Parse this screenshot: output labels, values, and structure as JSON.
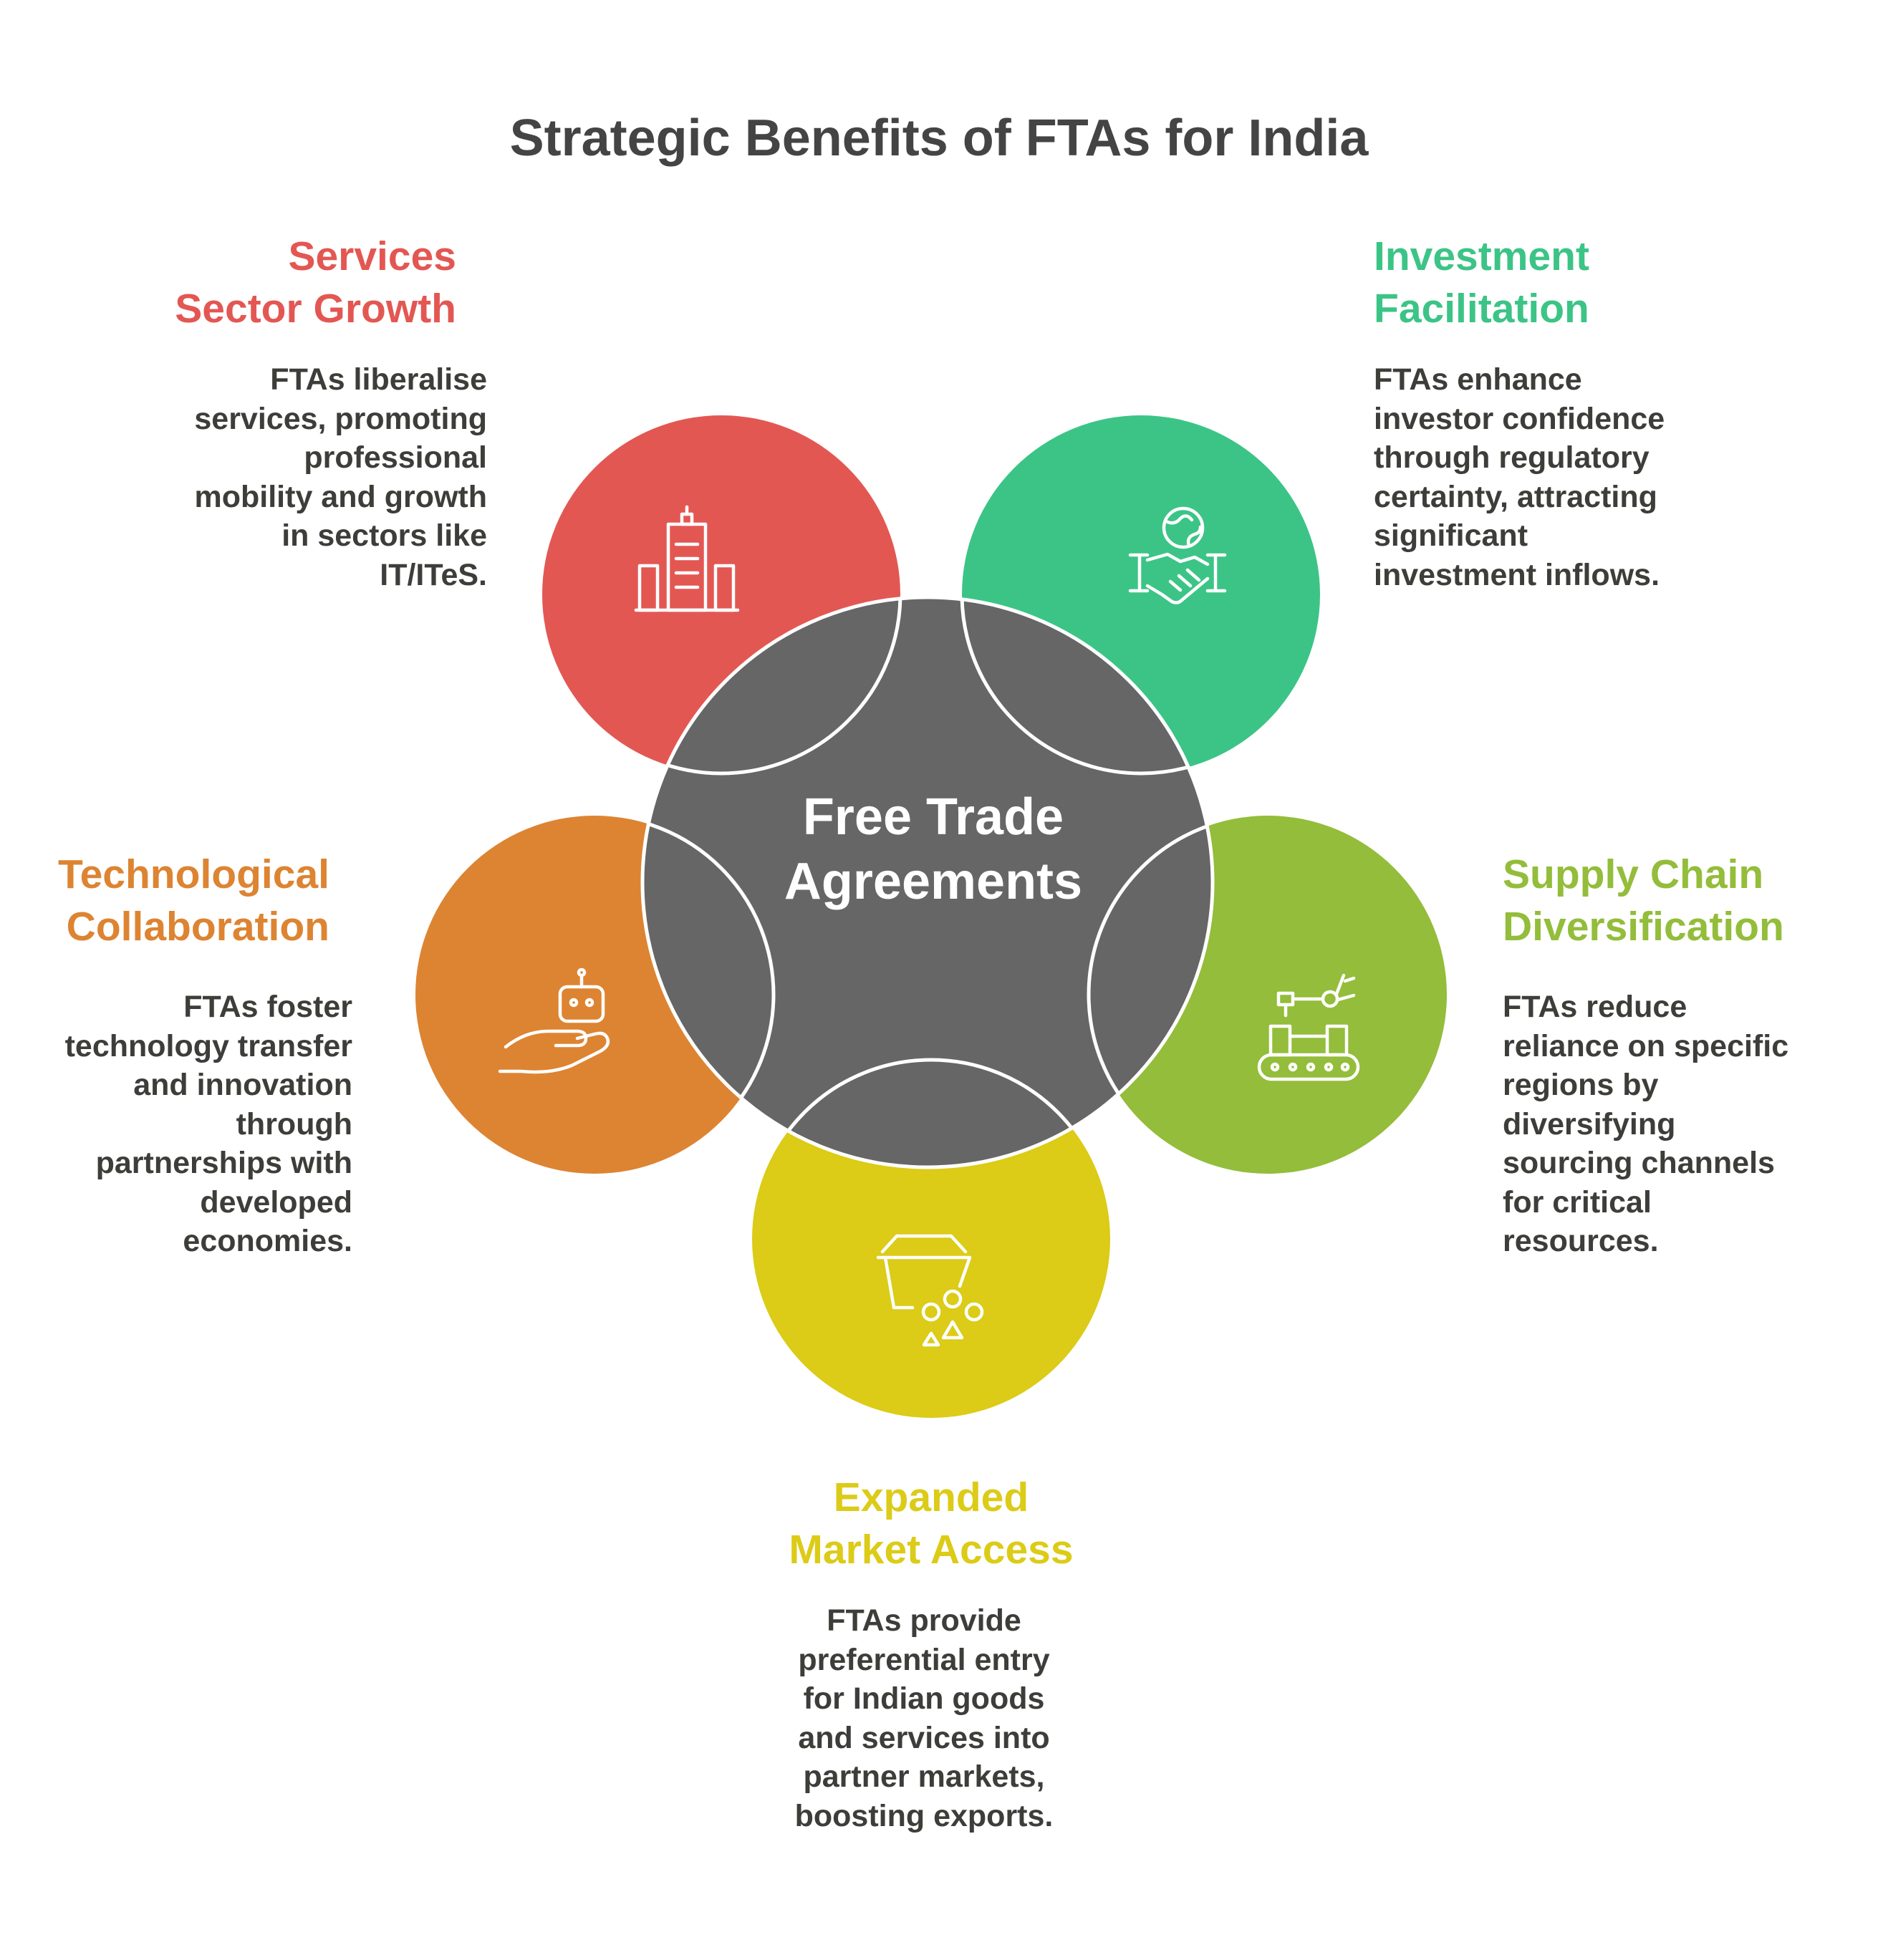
{
  "title": "Strategic Benefits of FTAs for India",
  "center": {
    "label": "Free Trade\nAgreements",
    "color": "#666666"
  },
  "petals": [
    {
      "id": "services",
      "heading": "Services\nSector Growth",
      "description": "FTAs liberalise\nservices, promoting\nprofessional \nmobility and growth\nin sectors like\nIT/ITeS.",
      "color": "#E35753",
      "icon": "buildings-icon"
    },
    {
      "id": "investment",
      "heading": "Investment\nFacilitation",
      "description": "FTAs enhance\ninvestor confidence\nthrough regulatory\ncertainty, attracting\nsignificant\ninvestment inflows.",
      "color": "#3CC486",
      "icon": "globe-handshake-icon"
    },
    {
      "id": "supply",
      "heading": "Supply Chain\nDiversification",
      "description": "FTAs reduce\nreliance on specific\nregions by\ndiversifying\nsourcing channels\nfor critical\nresources.",
      "color": "#93BD3A",
      "icon": "conveyor-robot-arm-icon"
    },
    {
      "id": "market",
      "heading": "Expanded\nMarket Access",
      "description": "FTAs provide\npreferential entry\nfor Indian goods\nand services into\npartner markets,\nboosting exports.",
      "color": "#DCCB17",
      "icon": "shopping-basket-icon"
    },
    {
      "id": "tech",
      "heading": "Technological\nCollaboration",
      "description": "FTAs foster\ntechnology transfer\nand innovation \nthrough\npartnerships with\ndeveloped\neconomies.",
      "color": "#DD8432",
      "icon": "robot-hand-icon"
    }
  ]
}
